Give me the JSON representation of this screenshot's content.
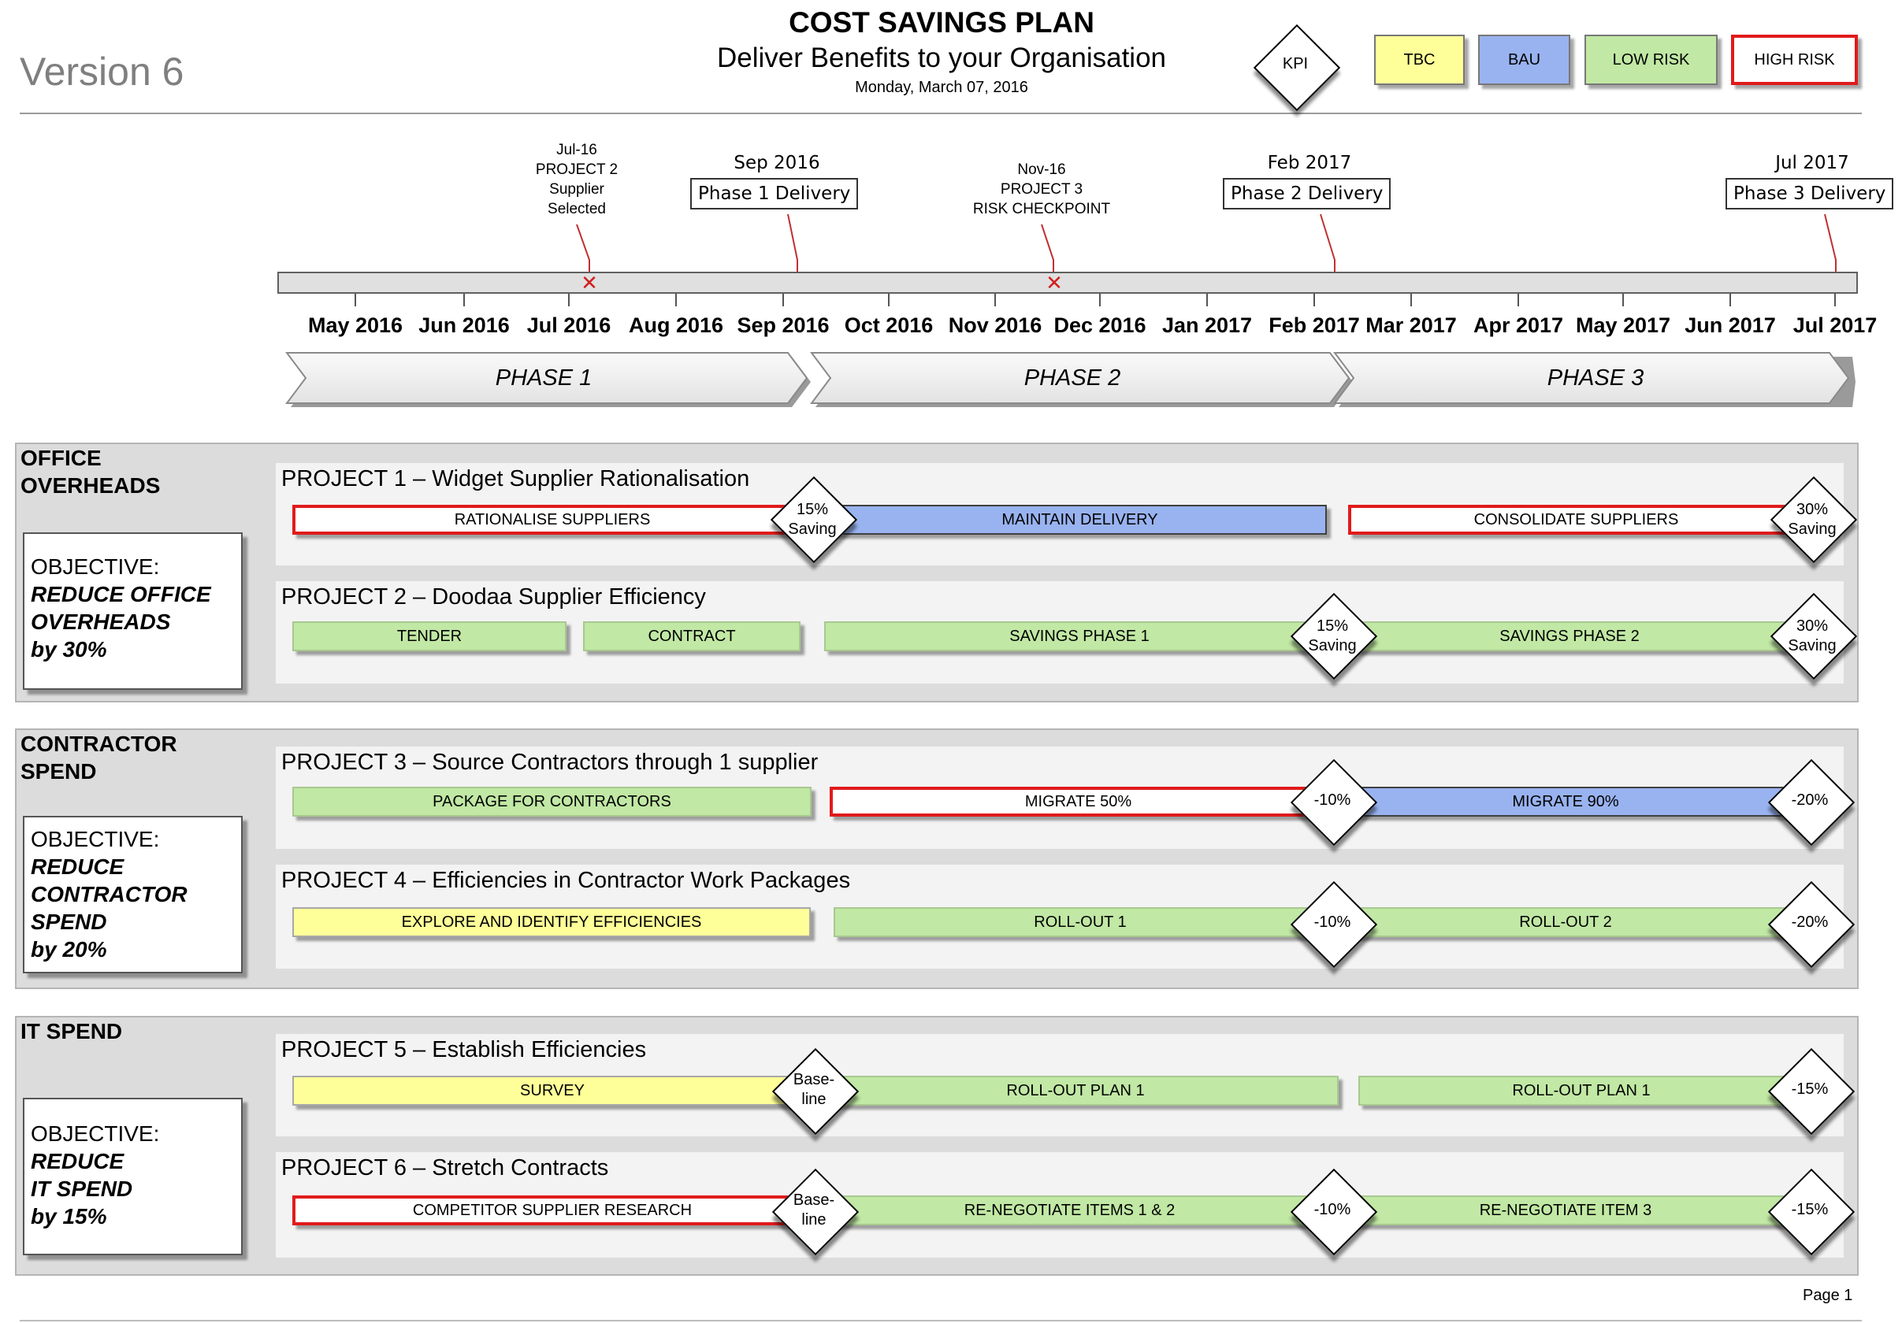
{
  "version": "Version 6",
  "title": "COST SAVINGS PLAN",
  "subtitle": "Deliver Benefits to your Organisation",
  "date": "Monday, March 07, 2016",
  "legend": {
    "kpi": "KPI",
    "tbc": "TBC",
    "bau": "BAU",
    "low_risk": "LOW RISK",
    "high_risk": "HIGH RISK",
    "colors": {
      "tbc": "#ffff99",
      "bau": "#99b3f0",
      "low_risk": "#c1e8a4",
      "high_risk": "#e01b1b"
    }
  },
  "milestones": {
    "m1": [
      "Jul-16",
      "PROJECT 2",
      "Supplier",
      "Selected"
    ],
    "m2": {
      "date": "Sep 2016",
      "label": "Phase 1 Delivery"
    },
    "m3": [
      "Nov-16",
      "PROJECT 3",
      "RISK CHECKPOINT"
    ],
    "m4": {
      "date": "Feb 2017",
      "label": "Phase 2 Delivery"
    },
    "m5": {
      "date": "Jul 2017",
      "label": "Phase 3 Delivery"
    }
  },
  "months": [
    "May 2016",
    "Jun 2016",
    "Jul 2016",
    "Aug 2016",
    "Sep 2016",
    "Oct 2016",
    "Nov 2016",
    "Dec 2016",
    "Jan 2017",
    "Feb 2017",
    "Mar 2017",
    "Apr 2017",
    "May 2017",
    "Jun 2017",
    "Jul 2017"
  ],
  "phases": [
    "PHASE 1",
    "PHASE 2",
    "PHASE 3"
  ],
  "sections": {
    "office": {
      "title": [
        "OFFICE",
        "OVERHEADS"
      ],
      "objective": [
        "OBJECTIVE:",
        "REDUCE OFFICE",
        "OVERHEADS",
        "by 30%"
      ],
      "p1": {
        "title": "PROJECT 1 – Widget Supplier Rationalisation",
        "bars": [
          "RATIONALISE SUPPLIERS",
          "MAINTAIN DELIVERY",
          "CONSOLIDATE SUPPLIERS"
        ],
        "kpis": [
          [
            "15%",
            "Saving"
          ],
          [
            "30%",
            "Saving"
          ]
        ]
      },
      "p2": {
        "title": "PROJECT 2 – Doodaa Supplier Efficiency",
        "bars": [
          "TENDER",
          "CONTRACT",
          "SAVINGS PHASE 1",
          "SAVINGS PHASE 2"
        ],
        "kpis": [
          [
            "15%",
            "Saving"
          ],
          [
            "30%",
            "Saving"
          ]
        ]
      }
    },
    "contractor": {
      "title": [
        "CONTRACTOR",
        "SPEND"
      ],
      "objective": [
        "OBJECTIVE:",
        "REDUCE",
        "CONTRACTOR",
        "SPEND",
        "by 20%"
      ],
      "p3": {
        "title": "PROJECT 3 – Source Contractors through 1 supplier",
        "bars": [
          "PACKAGE FOR CONTRACTORS",
          "MIGRATE 50%",
          "MIGRATE 90%"
        ],
        "kpis": [
          "-10%",
          "-20%"
        ]
      },
      "p4": {
        "title": "PROJECT 4 – Efficiencies in Contractor Work Packages",
        "bars": [
          "EXPLORE AND IDENTIFY EFFICIENCIES",
          "ROLL-OUT 1",
          "ROLL-OUT 2"
        ],
        "kpis": [
          "-10%",
          "-20%"
        ]
      }
    },
    "it": {
      "title": [
        "IT SPEND"
      ],
      "objective": [
        "OBJECTIVE:",
        "REDUCE",
        "IT SPEND",
        "by 15%"
      ],
      "p5": {
        "title": "PROJECT 5 – Establish Efficiencies",
        "bars": [
          "SURVEY",
          "ROLL-OUT PLAN 1",
          "ROLL-OUT PLAN 1"
        ],
        "kpis": [
          [
            "Base-",
            "line"
          ],
          "-15%"
        ]
      },
      "p6": {
        "title": "PROJECT 6 – Stretch Contracts",
        "bars": [
          "COMPETITOR SUPPLIER RESEARCH",
          "RE-NEGOTIATE ITEMS 1 & 2",
          "RE-NEGOTIATE ITEM 3"
        ],
        "kpis": [
          [
            "Base-",
            "line"
          ],
          "-10%",
          "-15%"
        ]
      }
    }
  },
  "page_label": "Page 1"
}
